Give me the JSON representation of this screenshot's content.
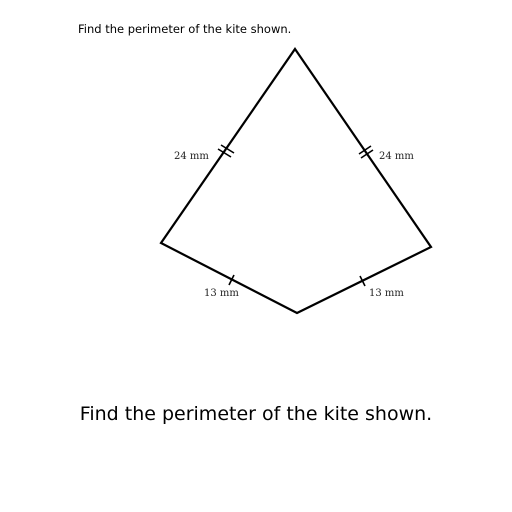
{
  "question": {
    "top_text": "Find the perimeter of the kite shown.",
    "bottom_text": "Find the perimeter of the kite shown."
  },
  "kite": {
    "stroke_color": "#000000",
    "labels": {
      "upper_left": "24 mm",
      "upper_right": "24 mm",
      "lower_left": "13 mm",
      "lower_right": "13 mm"
    }
  }
}
